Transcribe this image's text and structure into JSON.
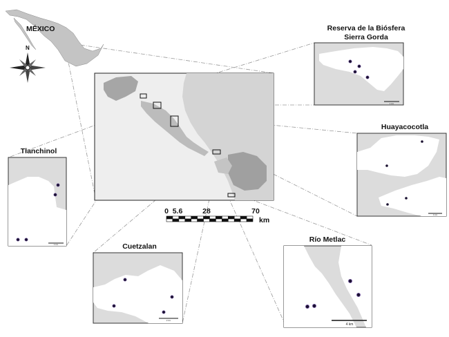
{
  "country_label": "MÉXICO",
  "compass_north": "N",
  "scale_bar": {
    "ticks": [
      "0",
      "5.6",
      "28",
      "70"
    ],
    "unit": "km"
  },
  "insets": {
    "sierra_gorda": {
      "title_line1": "Reserva de la Biósfera",
      "title_line2": "Sierra Gorda",
      "scale_text": "1 km"
    },
    "huayacocotla": {
      "title": "Huayacocotla",
      "scale_text": "1 km"
    },
    "tlanchinol": {
      "title": "Tlanchinol",
      "scale_text": "1 km"
    },
    "cuetzalan": {
      "title": "Cuetzalan",
      "scale_text": "2 km"
    },
    "rio_metlac": {
      "title": "Río Metlac",
      "scale_text": "4 km"
    }
  },
  "colors": {
    "land": "#e6e6e6",
    "dark_land": "#a0a0a0",
    "frame": "#333333",
    "point": "#1a1030",
    "leader": "#999999"
  }
}
